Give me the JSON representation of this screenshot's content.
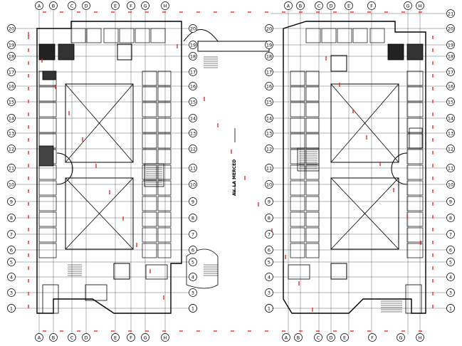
{
  "drawing": {
    "street_label": "AV. LA MERCED",
    "colors": {
      "line": "#000000",
      "accent": "#e02020",
      "background": "#ffffff"
    },
    "top_left_cols": [
      "A",
      "B",
      "C",
      "D",
      "E",
      "F",
      "G",
      "H"
    ],
    "top_right_cols": [
      "A",
      "B",
      "C",
      "D",
      "E",
      "F",
      "G",
      "H"
    ],
    "bottom_left_cols": [
      "A",
      "B",
      "C",
      "D",
      "E",
      "F",
      "G",
      "H"
    ],
    "bottom_right_cols": [
      "A",
      "B",
      "C",
      "D",
      "E",
      "F",
      "G",
      "H"
    ],
    "left_rows": [
      "20",
      "19",
      "18",
      "17",
      "16",
      "15",
      "14",
      "13",
      "12",
      "11",
      "10",
      "9",
      "8",
      "7",
      "6",
      "5",
      "4",
      "3",
      "2",
      "1"
    ],
    "left_inner_rows": [
      "20",
      "19",
      "18",
      "17",
      "16",
      "15",
      "14",
      "13",
      "12",
      "11",
      "10",
      "9",
      "8",
      "7",
      "6",
      "5",
      "4",
      "3",
      "2",
      "1"
    ],
    "right_inner_rows": [
      "20",
      "19",
      "18",
      "17",
      "16",
      "15",
      "14",
      "13",
      "12",
      "11",
      "10",
      "9",
      "8",
      "7",
      "6",
      "5",
      "4",
      "3",
      "2",
      "1"
    ],
    "right_rows": [
      "21",
      "20",
      "19",
      "18",
      "17",
      "16",
      "15",
      "14",
      "13",
      "12",
      "11",
      "10",
      "9",
      "8",
      "7",
      "6",
      "5",
      "4",
      "3",
      "2",
      "1"
    ]
  }
}
